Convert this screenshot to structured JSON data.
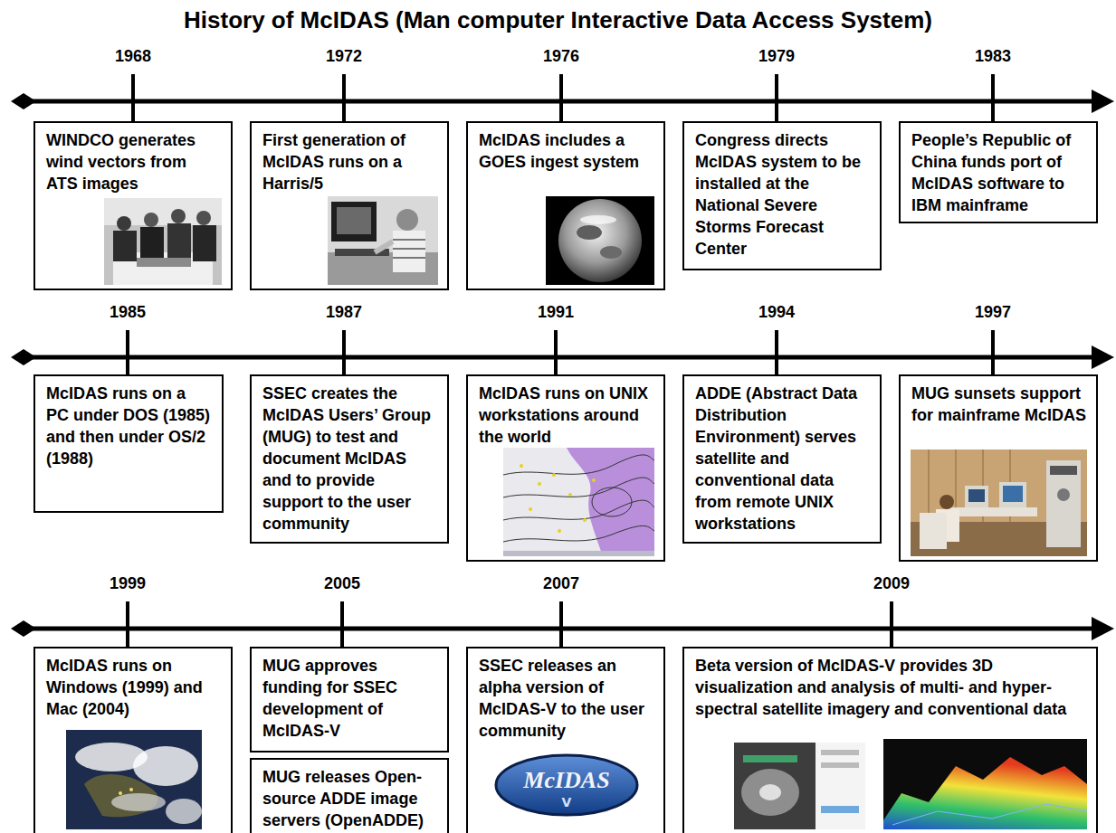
{
  "diagram": {
    "title": "History of McIDAS (Man computer Interactive Data Access System)",
    "nodes": [
      {
        "text": [
          "WINDCO generates wind vectors from ATS images"
        ]
      },
      {
        "text": [
          "First generation of McIDAS runs on a Harris/5"
        ]
      },
      {
        "text": [
          "McIDAS includes a GOES ingest system"
        ]
      },
      {
        "text": [
          "Congress directs McIDAS system to be installed at the National Severe Storms Forecast Center"
        ]
      },
      {
        "text": [
          "People’s Republic of China funds port of McIDAS software to IBM mainframe"
        ]
      },
      {
        "text": [
          "McIDAS runs on a PC under DOS (1985) and then under OS/2 (1988)"
        ]
      },
      {
        "text": [
          "SSEC creates the McIDAS Users’ Group (MUG) to test and document McIDAS and to provide support to the user community"
        ]
      },
      {
        "text": [
          "McIDAS runs on UNIX workstations around the world"
        ]
      },
      {
        "text": [
          "ADDE (Abstract Data Distribution Environment) serves satellite and conventional data from remote UNIX workstations"
        ]
      },
      {
        "text": [
          "MUG sunsets support for mainframe McIDAS"
        ]
      },
      {
        "text": [
          "McIDAS runs on Windows (1999) and Mac (2004)"
        ]
      },
      {
        "text": [
          "MUG approves funding for SSEC development of McIDAS-V"
        ]
      },
      {
        "text": [
          "MUG releases Open-source ADDE image servers (OpenADDE)"
        ]
      },
      {
        "text": [
          "SSEC releases an alpha version of McIDAS-V to the user community"
        ]
      },
      {
        "text": [
          "Beta version of McIDAS-V provides 3D visualization and analysis of multi- and hyper-spectral satellite imagery and conventional data"
        ]
      }
    ],
    "labels": [
      "1968",
      "1972",
      "1976",
      "1979",
      "1983",
      "1985",
      "1987",
      "1991",
      "1994",
      "1997",
      "1999",
      "2005",
      "2007",
      "2009",
      "McIDAS",
      "V"
    ]
  }
}
